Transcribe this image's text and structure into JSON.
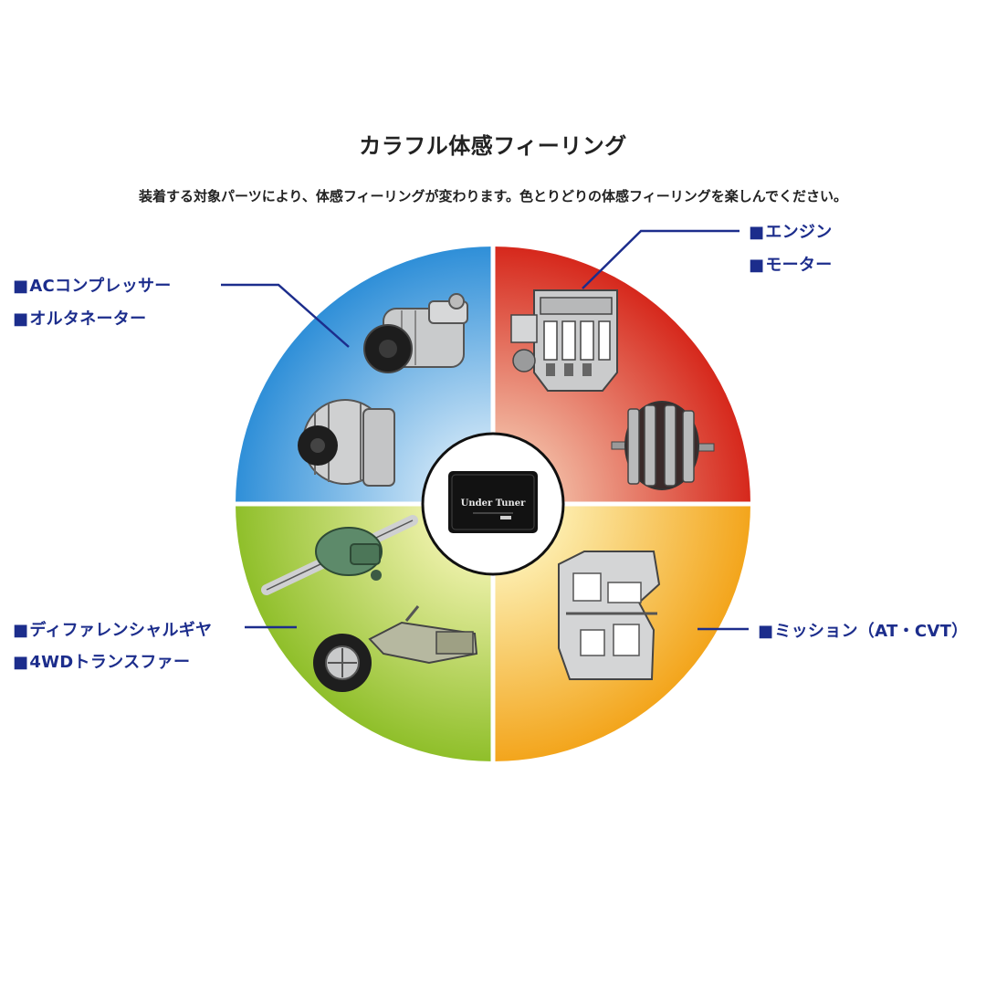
{
  "title": "カラフル体感フィーリング",
  "subtitle": "装着する対象パーツにより、体感フィーリングが変わります。色とりどりの体感フィーリングを楽しんでください。",
  "device_label": "Under Tuner",
  "quadrants": [
    {
      "name": "top-left",
      "color_center": "#cfe6f7",
      "color_edge": "#2f8fd8",
      "labels": [
        "ACコンプレッサー",
        "オルタネーター"
      ]
    },
    {
      "name": "top-right",
      "color_center": "#f3c0a8",
      "color_edge": "#d6281c",
      "labels": [
        "エンジン",
        "モーター"
      ]
    },
    {
      "name": "bottom-left",
      "color_center": "#f2f3b0",
      "color_edge": "#8fbf2a",
      "labels": [
        "ディファレンシャルギヤ",
        "4WDトランスファー"
      ]
    },
    {
      "name": "bottom-right",
      "color_center": "#fdf2b8",
      "color_edge": "#f3a51c",
      "labels": [
        "ミッション（AT・CVT）"
      ]
    }
  ],
  "label_marker": "■",
  "colors": {
    "label": "#1c2d8c",
    "leader": "#1c2d8c"
  }
}
